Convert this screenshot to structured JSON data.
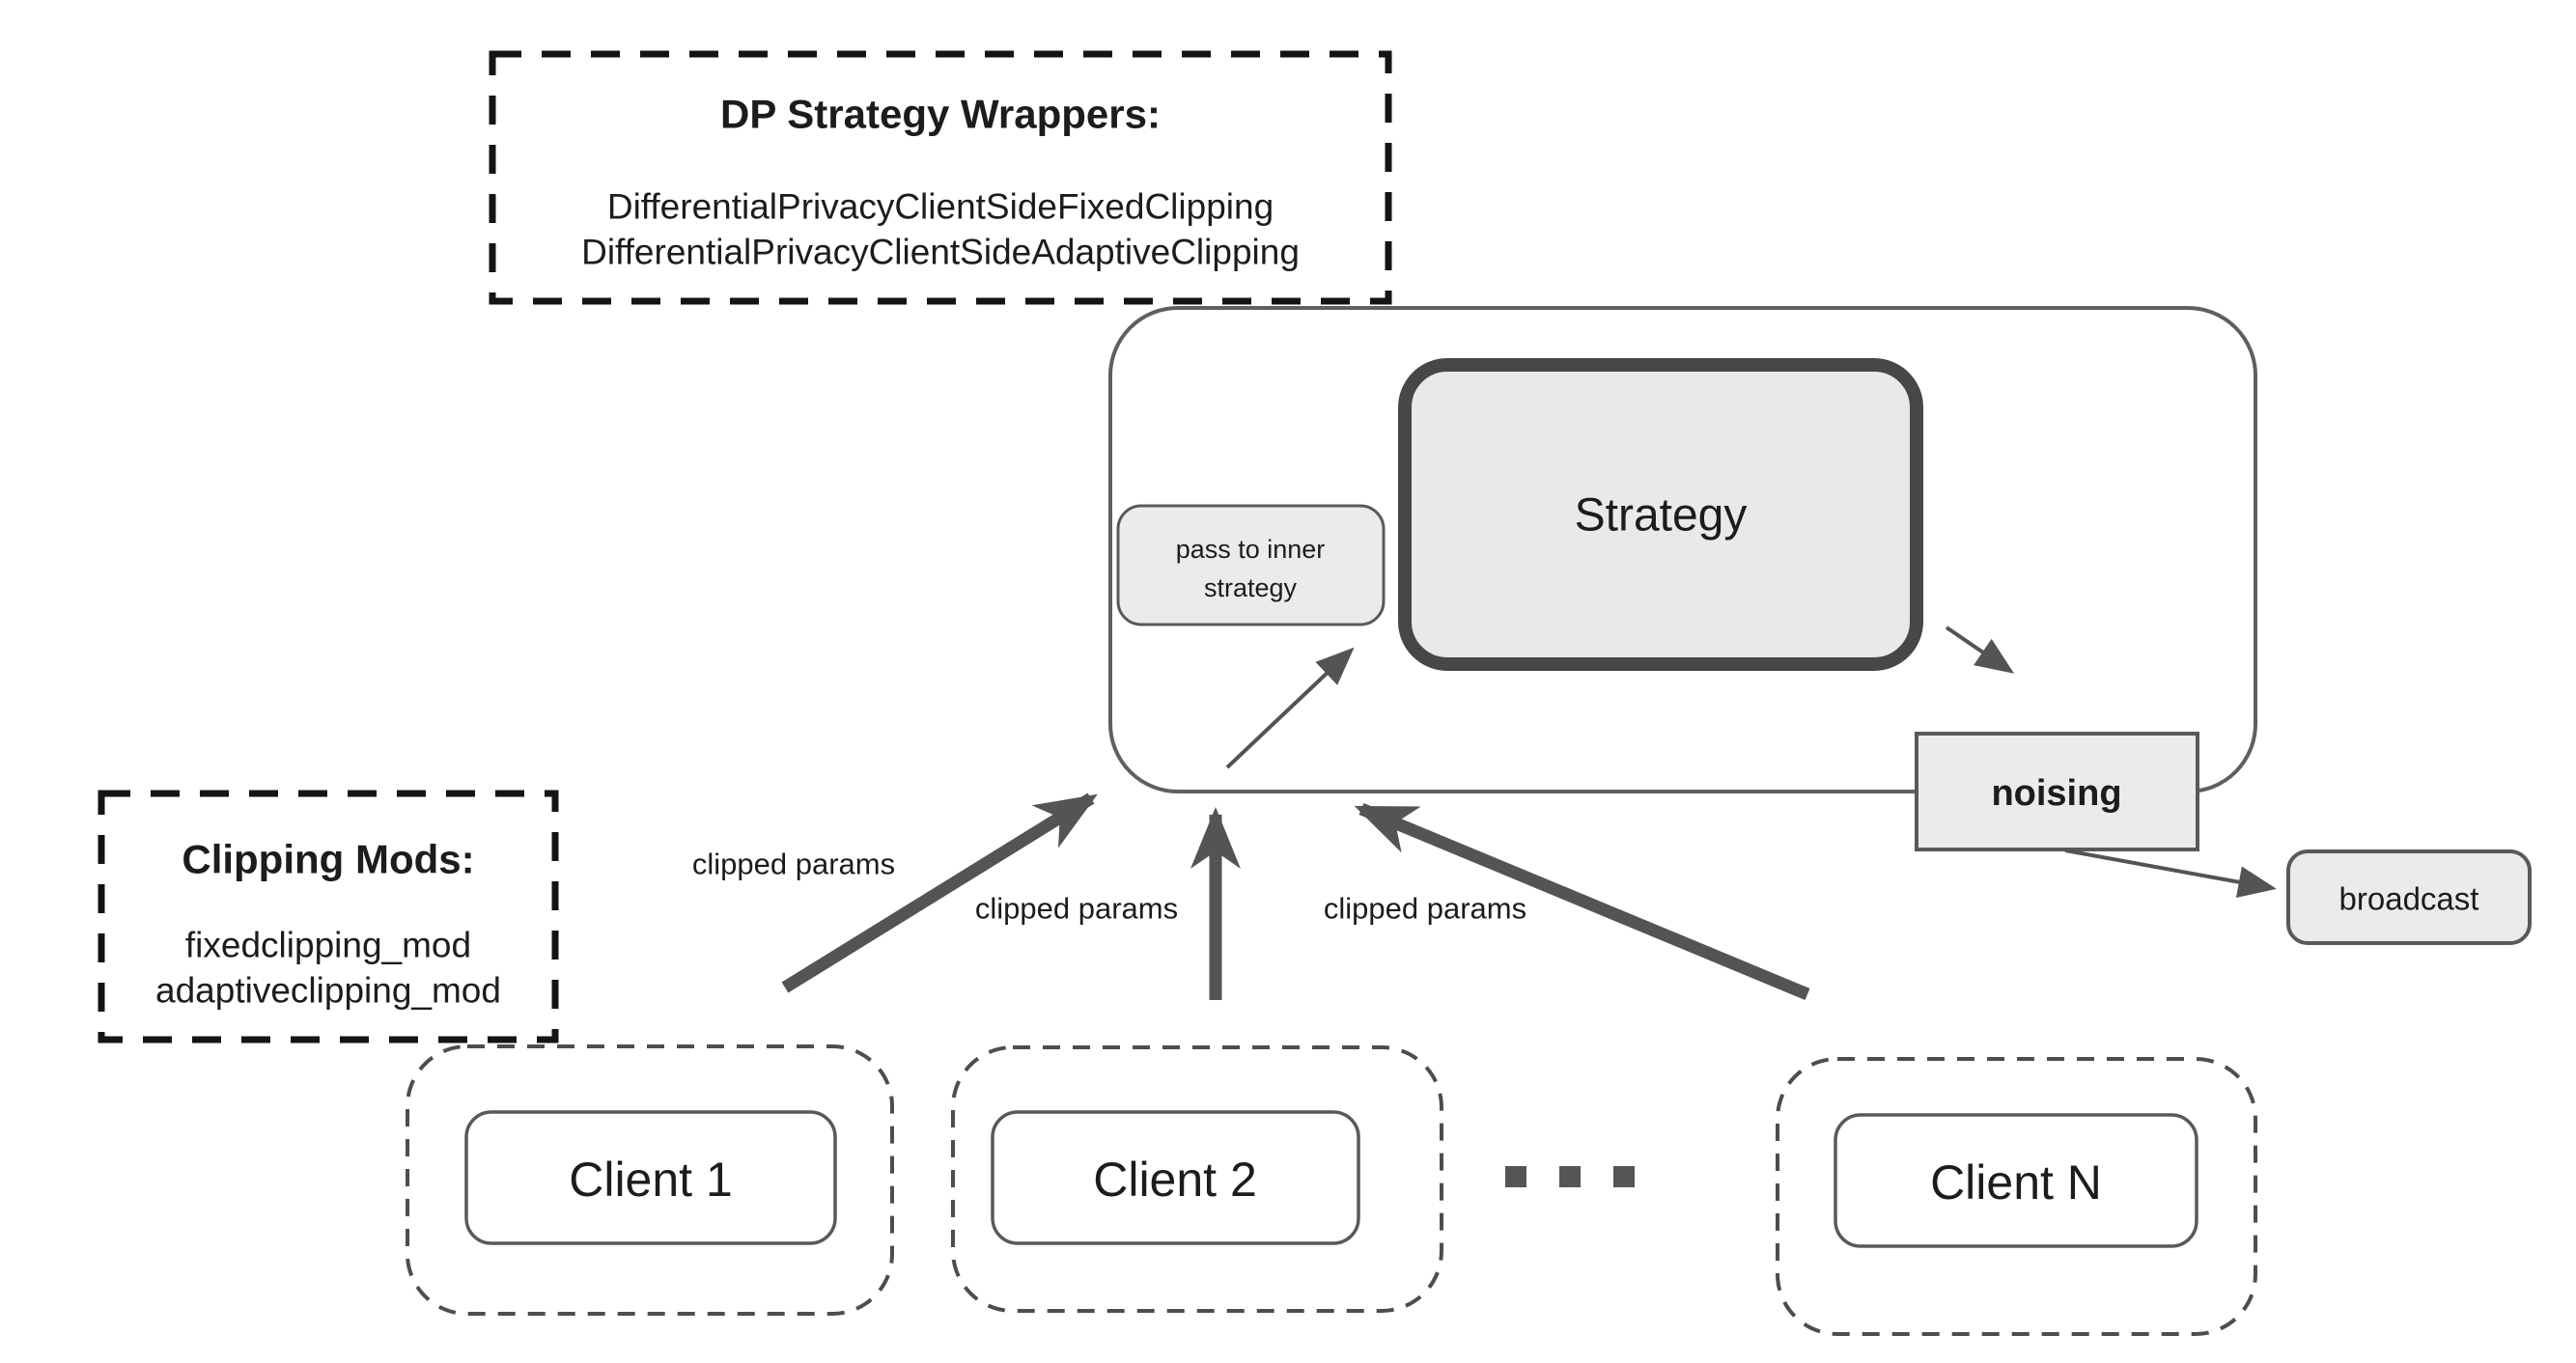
{
  "diagram": {
    "dp_wrappers_box": {
      "title": "DP Strategy Wrappers:",
      "wrapper1": "DifferentialPrivacyClientSideFixedClipping",
      "wrapper2": "DifferentialPrivacyClientSideAdaptiveClipping"
    },
    "clipping_mods_box": {
      "title": "Clipping Mods:",
      "mod1": "fixedclipping_mod",
      "mod2": "adaptiveclipping_mod"
    },
    "server": {
      "pass_to_inner_line1": "pass to inner",
      "pass_to_inner_line2": "strategy",
      "strategy": "Strategy",
      "noising": "noising",
      "broadcast": "broadcast"
    },
    "edges": {
      "clipped_params_1": "clipped params",
      "clipped_params_2": "clipped params",
      "clipped_params_3": "clipped params"
    },
    "clients": {
      "client_1": "Client 1",
      "client_2": "Client 2",
      "client_n": "Client N"
    },
    "colors": {
      "background": "#ffffff",
      "box_fill": "#ebebeb",
      "strategy_fill": "#e9e9e9",
      "strategy_border": "#474747",
      "container_border": "#5f5f5f",
      "box_border": "#595959",
      "arrow": "#545454",
      "dashed_black": "#141414",
      "client_dash": "#4d4d4d",
      "text": "#1c1c1c"
    }
  }
}
